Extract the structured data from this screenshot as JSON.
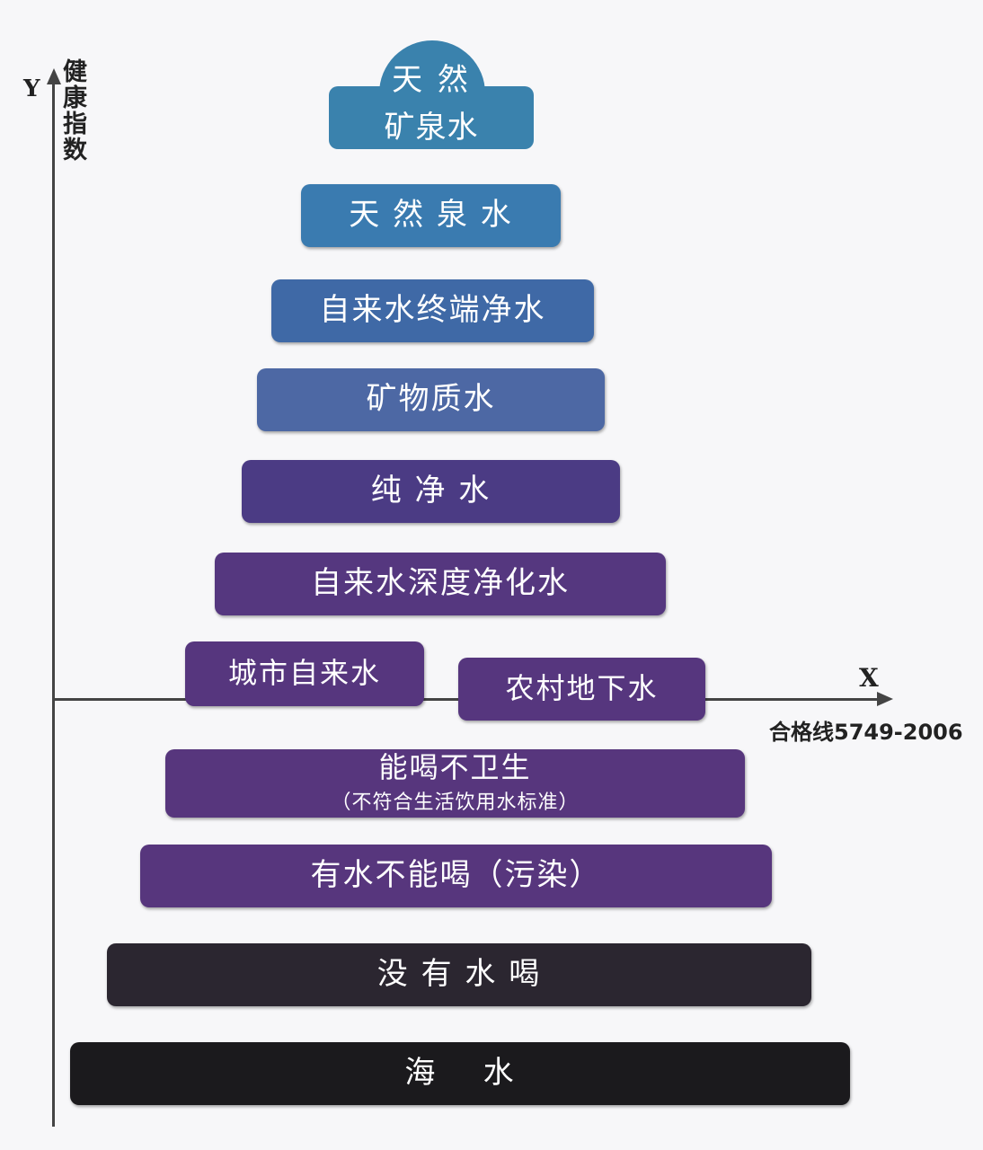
{
  "axes": {
    "y_letter": "Y",
    "y_label": "健康指数",
    "x_letter": "X",
    "x_label": "合格线5749-2006"
  },
  "colors": {
    "steel_blue": "#3a82ad",
    "mid_blue": "#3b6fa6",
    "slate_blue": "#4f65a3",
    "indigo": "#4b3d86",
    "purple": "#56367e",
    "dark_gray": "#2b2630",
    "black": "#1b1a1d"
  },
  "levels": [
    {
      "id": "top",
      "main": "天 然",
      "sub": "矿泉水",
      "color": "#3a82ad"
    },
    {
      "id": "l2",
      "main": "天 然 泉 水",
      "color": "#3a7bb0"
    },
    {
      "id": "l3",
      "main": "自来水终端净水",
      "color": "#3f69a6"
    },
    {
      "id": "l4",
      "main": "矿物质水",
      "color": "#4d68a4"
    },
    {
      "id": "l5",
      "main": "纯 净 水",
      "color": "#4b3b84"
    },
    {
      "id": "l6",
      "main": "自来水深度净化水",
      "color": "#55377f"
    },
    {
      "id": "l7a",
      "main": "城市自来水",
      "color": "#56367e"
    },
    {
      "id": "l7b",
      "main": "农村地下水",
      "color": "#56367e"
    },
    {
      "id": "l8",
      "main": "能喝不卫生",
      "sub": "（不符合生活饮用水标准）",
      "color": "#57367d"
    },
    {
      "id": "l9",
      "main": "有水不能喝（污染）",
      "color": "#57367d"
    },
    {
      "id": "l10",
      "main": "没 有 水 喝",
      "color": "#2b2630"
    },
    {
      "id": "l11",
      "main": "海    水",
      "color": "#1b1a1d"
    }
  ]
}
